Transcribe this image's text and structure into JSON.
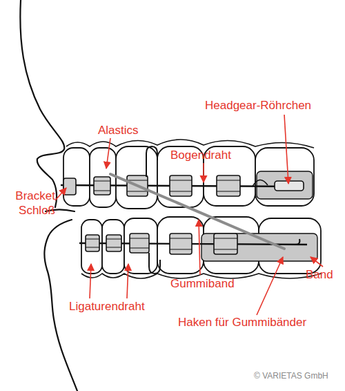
{
  "diagram": {
    "labels": [
      "Headgear-Röhrchen",
      "Alastics",
      "Bogendraht",
      "Bracket Schloß",
      "Gummiband",
      "Band",
      "Ligaturendraht",
      "Haken für Gummibänder",
      "© VARIETAS GmbH"
    ]
  }
}
